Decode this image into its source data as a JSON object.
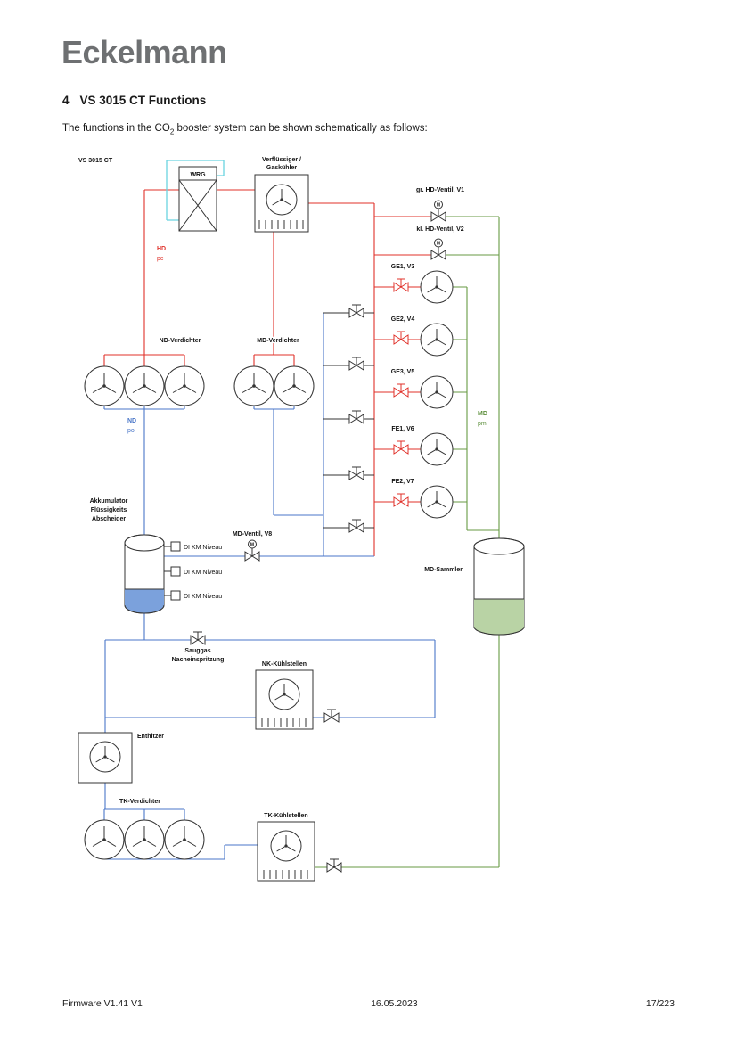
{
  "page": {
    "logo_text": "Eckelmann",
    "heading_number": "4",
    "heading_title": "VS 3015 CT Functions",
    "intro_prefix": "The functions in the CO",
    "intro_subscript": "2",
    "intro_suffix": " booster system can be shown schematically as follows:",
    "footer": {
      "left": "Firmware V1.41 V1",
      "center": "16.05.2023",
      "right": "17/223"
    }
  },
  "diagram": {
    "system_label": "VS 3015 CT",
    "labels": {
      "wrg": "WRG",
      "condenser_line1": "Verflüssiger /",
      "condenser_line2": "Gaskühler",
      "valve_v1": "gr. HD-Ventil, V1",
      "valve_v2": "kl. HD-Ventil, V2",
      "valve_v8": "MD-Ventil, V8",
      "motor": "M",
      "nd_compressors": "ND-Verdichter",
      "md_compressors": "MD-Verdichter",
      "tk_compressors": "TK-Verdichter",
      "accumulator_line1": "Akkumulator",
      "accumulator_line2": "Flüssigkeits",
      "accumulator_line3": "Abscheider",
      "md_receiver": "MD-Sammler",
      "injection_line1": "Sauggas",
      "injection_line2": "Nacheinspritzung",
      "nk_cooling": "NK-Kühlstellen",
      "tk_cooling": "TK-Kühlstellen",
      "desuperheater": "Enthitzer",
      "hd": "HD",
      "pc": "pc",
      "nd": "ND",
      "po": "po",
      "md": "MD",
      "pm": "pm"
    },
    "stages": [
      "GE1, V3",
      "GE2, V4",
      "GE3, V5",
      "FE1, V6",
      "FE2, V7"
    ],
    "level_sensors": [
      "DI KM Niveau",
      "DI KM Niveau",
      "DI KM Niveau"
    ],
    "colors": {
      "hd_red": "#e0312a",
      "nd_blue": "#4a76c8",
      "md_green": "#679a43",
      "wrg_cyan": "#6ad4e0",
      "accumulator_liquid": "#7ba1dc",
      "receiver_liquid": "#b9d3a5",
      "logo_gray": "#6e7072"
    }
  }
}
